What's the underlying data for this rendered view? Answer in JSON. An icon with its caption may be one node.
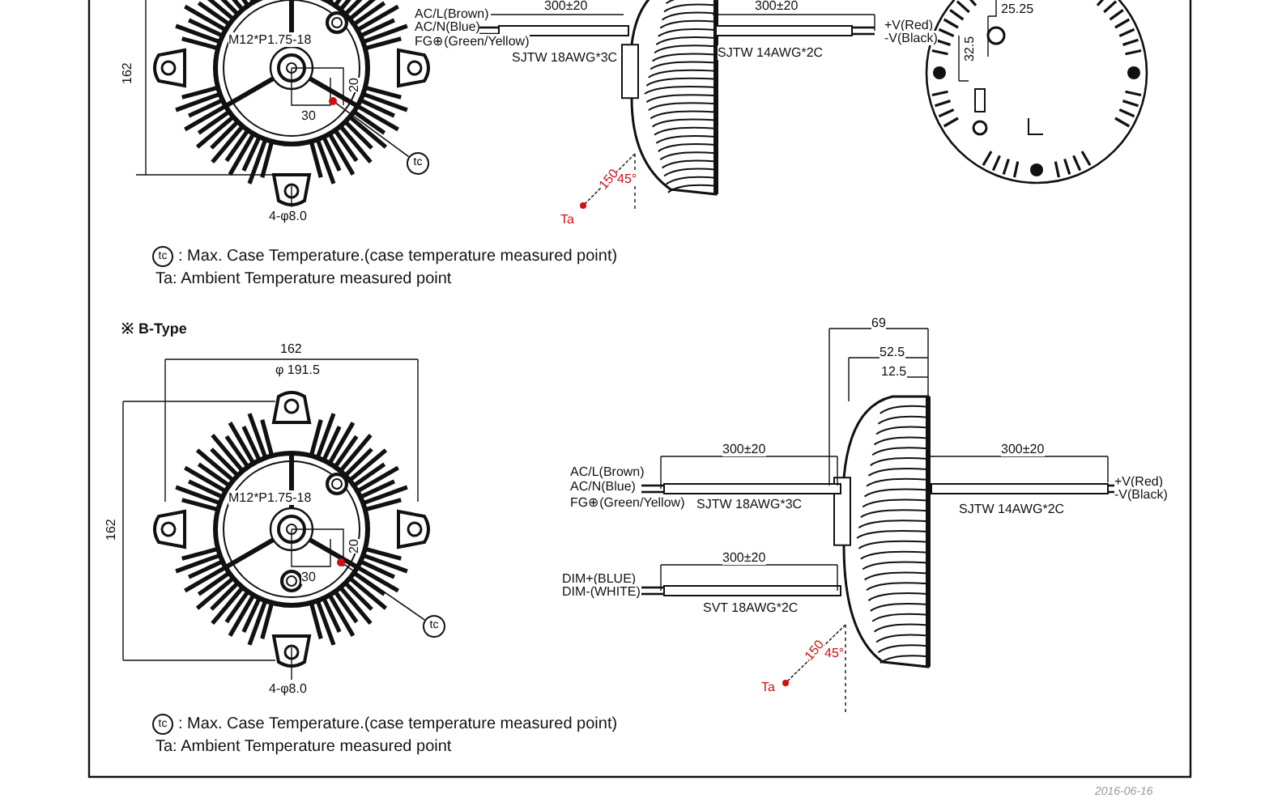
{
  "diagram": {
    "nodes": [
      {
        "text": [
          "tc"
        ]
      },
      {
        "text": [],
        "shape": "circle"
      },
      {
        "text": [
          "tc"
        ]
      },
      {
        "text": [],
        "shape": "circle"
      }
    ],
    "edges": [
      {
        "from": 0,
        "to": 1,
        "arrow": "none"
      },
      {
        "from": 2,
        "to": 3,
        "arrow": "none"
      }
    ],
    "labels": [
      "300±20",
      "300±20",
      "162",
      "M12*P1.75-18",
      "20",
      "30",
      "4-φ8.0",
      "AC/L(Brown)",
      "AC/N(Blue)",
      "FG⊕(Green/Yellow)",
      "SJTW 18AWG*3C",
      "+V(Red)",
      "-V(Black)",
      "SJTW 14AWG*2C",
      "150",
      "45°",
      "Ta",
      "25.25",
      "32.5",
      "tc",
      ": Max. Case Temperature.(case temperature measured point)",
      "Ta: Ambient Temperature measured point",
      "※ B-Type",
      "162",
      "φ 191.5",
      "162",
      "M12*P1.75-18",
      "20",
      "30",
      "4-φ8.0",
      "69",
      "52.5",
      "12.5",
      "300±20",
      "AC/L(Brown)",
      "AC/N(Blue)",
      "FG⊕(Green/Yellow)",
      "SJTW 18AWG*3C",
      "300±20",
      "+V(Red)",
      "-V(Black)",
      "SJTW 14AWG*2C",
      "300±20",
      "DIM+(BLUE)",
      "DIM-(WHITE)",
      "SVT 18AWG*2C",
      "150",
      "45°",
      "Ta",
      "tc",
      ": Max. Case Temperature.(case temperature measured point)",
      "Ta: Ambient Temperature measured point",
      "2016-06-16"
    ]
  }
}
